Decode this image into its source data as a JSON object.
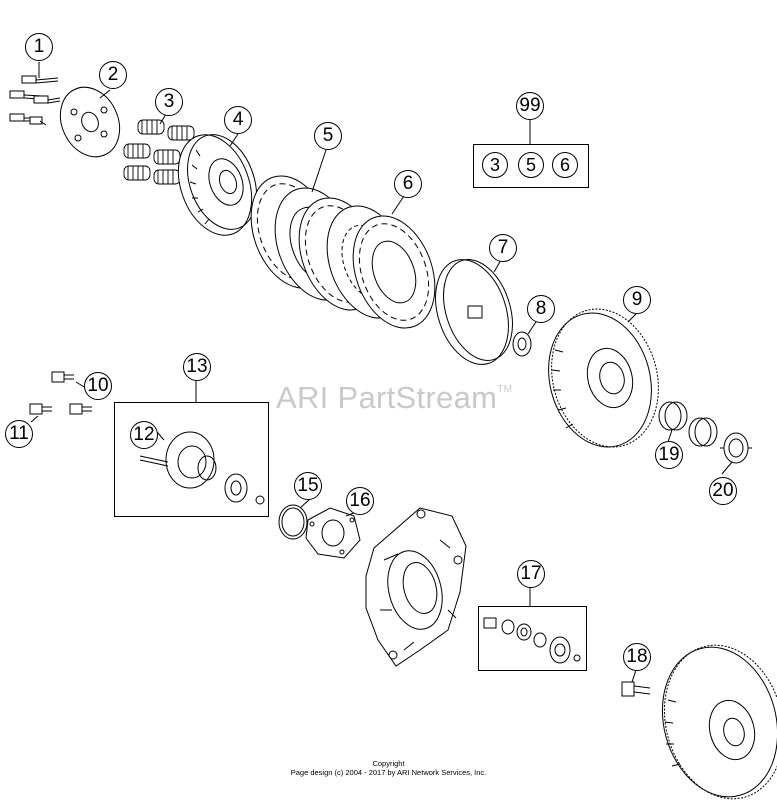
{
  "watermark": {
    "brand": "ARI PartStream",
    "mark": "TM"
  },
  "copyright": {
    "line1": "Copyright",
    "line2": "Page design (c) 2004 - 2017 by ARI Network Services, Inc."
  },
  "callouts": [
    "1",
    "2",
    "3",
    "4",
    "5",
    "6",
    "7",
    "8",
    "9",
    "10",
    "11",
    "12",
    "13",
    "15",
    "16",
    "17",
    "18",
    "19",
    "20",
    "99"
  ],
  "kit_99": {
    "label": "99",
    "contents": [
      "3",
      "5",
      "6"
    ]
  }
}
